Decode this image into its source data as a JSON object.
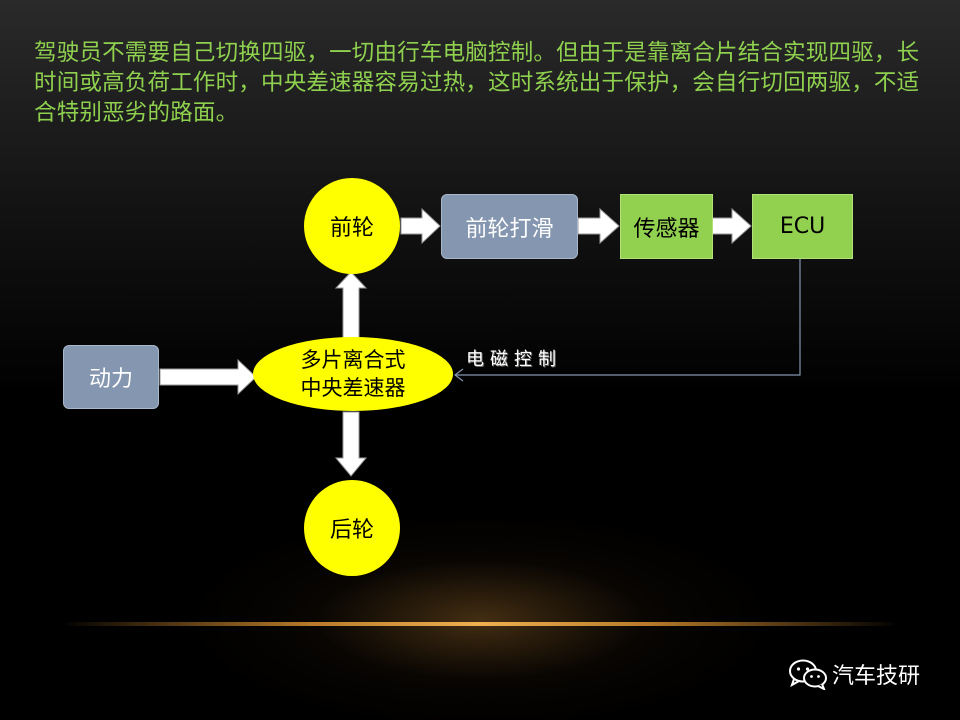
{
  "slide": {
    "description": "驾驶员不需要自己切换四驱，一切由行车电脑控制。但由于是靠离合片结合实现四驱，长时间或高负荷工作时，中央差速器容易过热，这时系统出于保护，会自行切回两驱，不适合特别恶劣的路面。"
  },
  "diagram": {
    "nodes": {
      "power": "动力",
      "differential_line1": "多片离合式",
      "differential_line2": "中央差速器",
      "front_wheel": "前轮",
      "rear_wheel": "后轮",
      "front_slip": "前轮打滑",
      "sensor": "传感器",
      "ecu": "ECU"
    },
    "edge_label": "电磁控制"
  },
  "watermark": {
    "text": "汽车技研",
    "icon": "wechat-icon"
  },
  "colors": {
    "text_green": "#8fd14f",
    "circle_yellow": "#ffff00",
    "box_gray": "#8496b0",
    "box_green": "#92d050",
    "arrow": "#ffffff",
    "connector": "#8496b0"
  }
}
